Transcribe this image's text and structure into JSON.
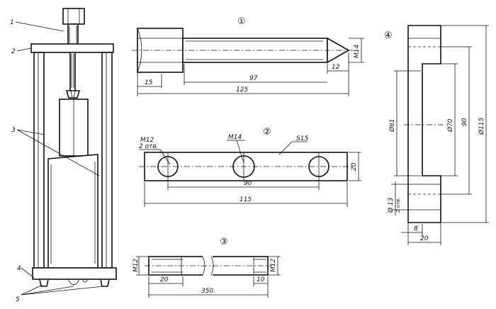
{
  "assembly": {
    "callouts": [
      "1",
      "2",
      "3",
      "4",
      "5"
    ]
  },
  "detail1": {
    "number": "①",
    "dims": {
      "head": "15",
      "thread": "97",
      "total": "125",
      "tip": "12",
      "thread_dia": "M14"
    }
  },
  "detail2": {
    "number": "②",
    "labels": {
      "end_holes": "M12",
      "end_holes_note": "2 отв.",
      "center_hole": "M14",
      "material": "S15"
    },
    "dims": {
      "spacing": "90",
      "length": "115",
      "height": "20"
    }
  },
  "detail3": {
    "number": "③",
    "dims": {
      "left_thread": "20",
      "right_thread": "10",
      "total": "350",
      "left_dia": "M12",
      "right_dia": "M12"
    }
  },
  "detail4": {
    "number": "④",
    "dims": {
      "d61": "Ø61",
      "d70": "Ø70",
      "h90": "90",
      "d115": "Ø115",
      "holes": "Ø 13",
      "holes_note": "2 отв.",
      "step": "8",
      "width": "20"
    }
  }
}
